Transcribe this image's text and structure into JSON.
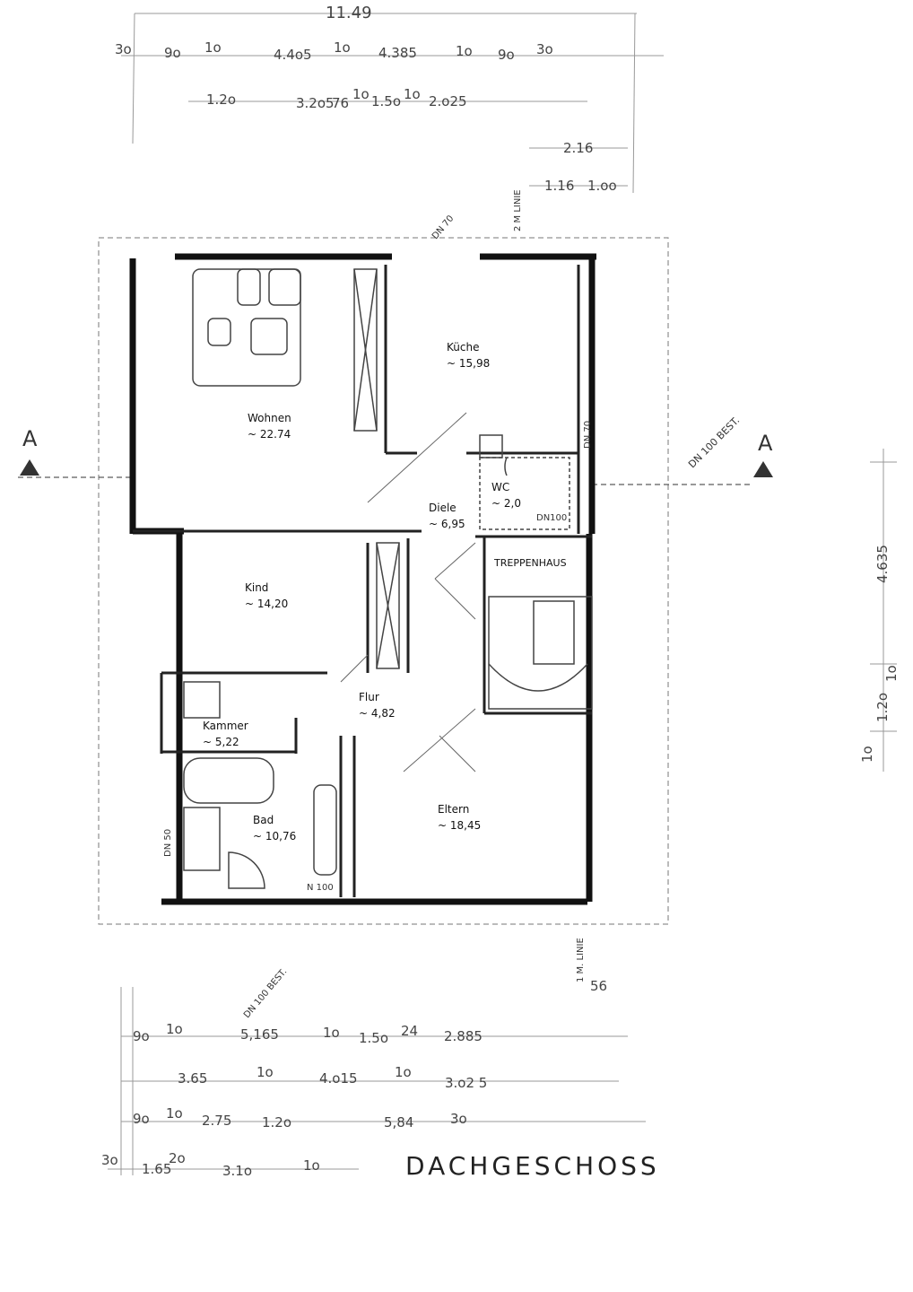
{
  "plan_title": "DACHGESCHOSS",
  "rooms": [
    {
      "name": "Wohnen",
      "area": "~ 22.74"
    },
    {
      "name": "Küche",
      "area": "~ 15,98"
    },
    {
      "name": "WC",
      "area": "~ 2,0"
    },
    {
      "name": "Diele",
      "area": "~ 6,95"
    },
    {
      "name": "Kind",
      "area": "~ 14,20"
    },
    {
      "name": "Flur",
      "area": "~ 4,82"
    },
    {
      "name": "Kammer",
      "area": "~ 5,22"
    },
    {
      "name": "Bad",
      "area": "~ 10,76"
    },
    {
      "name": "Eltern",
      "area": "~ 18,45"
    },
    {
      "name": "TREPPENHAUS",
      "area": ""
    }
  ],
  "section_marks": [
    "A",
    "A"
  ],
  "annotations": [
    "DN 70",
    "2 M LINIE",
    "DN 100 BEST.",
    "DN 70",
    "DN100",
    "DN 50",
    "N 100",
    "DN 100 BEST.",
    "1 M. LINIE"
  ],
  "top_dimensions": {
    "overall": "11.49",
    "row1": [
      "3o",
      "9o",
      "1o",
      "4.4o5",
      "1o",
      "4.385",
      "1o",
      "9o",
      "3o"
    ],
    "row2": [
      "1.2o",
      "3.2o5",
      "76",
      "1o",
      "1.5o",
      "1o",
      "2.o25"
    ],
    "row3": [
      "2.16"
    ],
    "row4": [
      "1.16",
      "1.oo"
    ]
  },
  "right_dimensions": [
    "4.635",
    "1o",
    "1.2o",
    "1o"
  ],
  "bottom_dimensions": {
    "row0": [
      "56"
    ],
    "row1": [
      "9o",
      "1o",
      "5,165",
      "1o",
      "1.5o",
      "24",
      "2.885"
    ],
    "row2": [
      "3.65",
      "1o",
      "4.o15",
      "1o",
      "3.o2 5"
    ],
    "row3": [
      "9o",
      "1o",
      "2.75",
      "1.2o",
      "5,84",
      "3o"
    ],
    "row4": [
      "3o",
      "1.65",
      "2o",
      "3.1o",
      "1o"
    ]
  }
}
